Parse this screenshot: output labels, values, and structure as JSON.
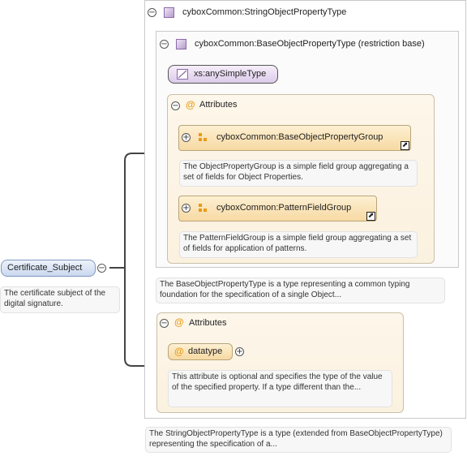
{
  "root": {
    "label": "Certificate_Subject",
    "description": "The certificate subject of the digital signature."
  },
  "type": {
    "name": "cyboxCommon:StringObjectPropertyType",
    "description": "The StringObjectPropertyType is a type (extended from BaseObjectPropertyType) representing the specification of a..."
  },
  "base": {
    "name": "cyboxCommon:BaseObjectPropertyType (restriction base)",
    "simple_type": "xs:anySimpleType",
    "description": "The BaseObjectPropertyType is a type representing a common typing foundation for the specification of a single Object...",
    "attributes_label": "Attributes",
    "groups": [
      {
        "name": "cyboxCommon:BaseObjectPropertyGroup",
        "description": "The ObjectPropertyGroup is a simple field group aggregating a set of fields for Object Properties."
      },
      {
        "name": "cyboxCommon:PatternFieldGroup",
        "description": "The PatternFieldGroup is a simple field group aggregating a set of fields for application of patterns."
      }
    ]
  },
  "attributes": {
    "label": "Attributes",
    "datatype": {
      "name": "datatype",
      "description": "This attribute is optional and specifies the type of the value of the specified property. If a type different than the..."
    }
  },
  "symbols": {
    "collapse": "−",
    "expand": "+",
    "attr": "@",
    "link": "⬈"
  },
  "colors": {
    "accent": "#e99a16",
    "root_fill": "#dbe6f6",
    "type_fill": "#b79ccc",
    "attr_fill": "#fdf6ea"
  }
}
